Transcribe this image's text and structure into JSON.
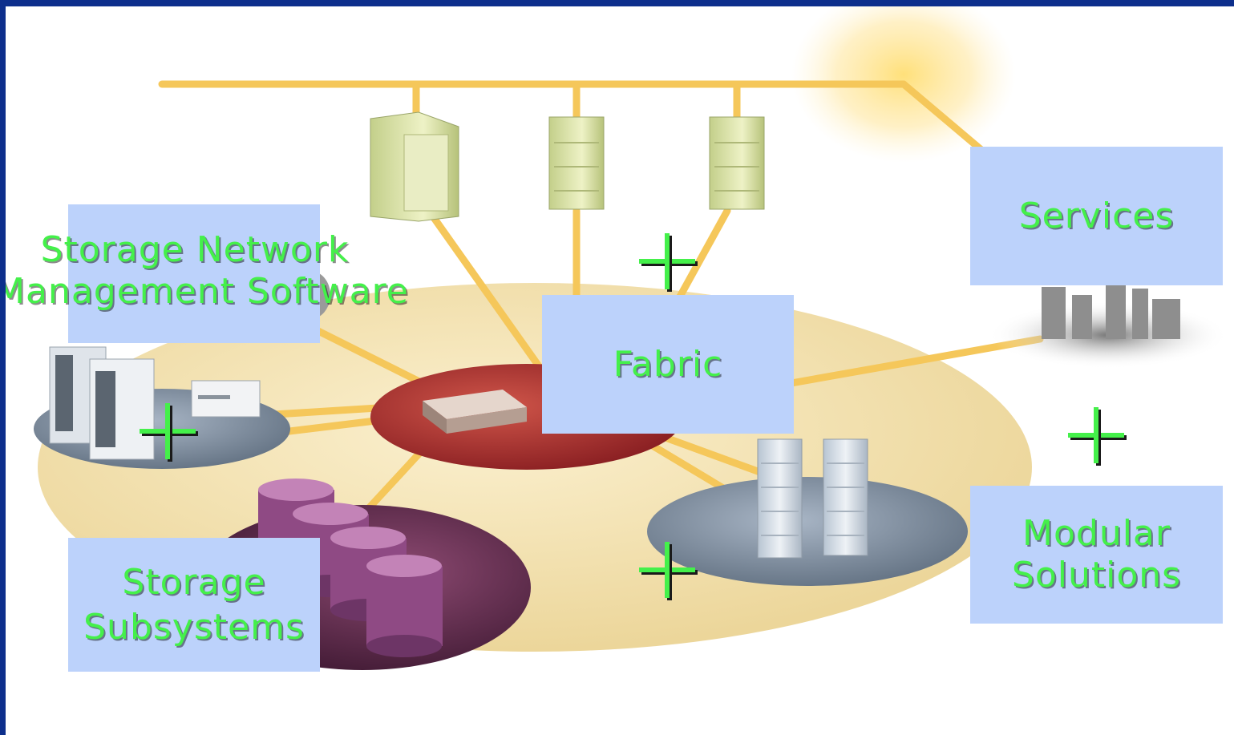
{
  "diagram": {
    "labels": {
      "storage_network_software": "Storage Network\nManagement Software",
      "fabric": "Fabric",
      "services": "Services",
      "storage_subsystems": "Storage\nSubsystems",
      "modular_solutions": "Modular\nSolutions"
    },
    "icons": [
      "server-icon",
      "switch-icon",
      "tape-library-icon",
      "disk-array-icon",
      "storage-rack-icon",
      "city-skyline-icon",
      "plus-icon"
    ],
    "colors": {
      "border": "#0d2f8c",
      "label_box": "#bcd2fb",
      "label_text": "#44f04a",
      "network_line": "#f5c75a",
      "ground_ellipse": "#f0dfae",
      "fabric_hub": "#b8322e",
      "storage_platform": "#5b2747",
      "rack_platform": "#6f8296"
    }
  }
}
